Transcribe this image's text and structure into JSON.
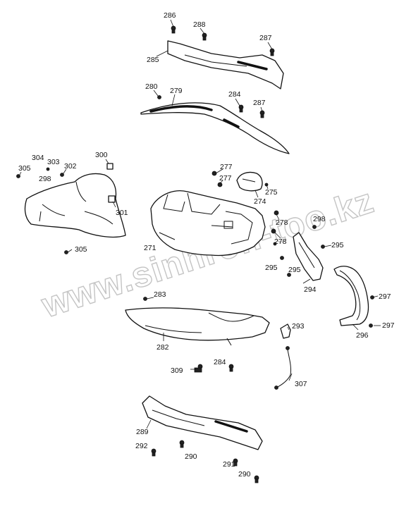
{
  "watermark": {
    "text": "www.sinhron-too.kz"
  },
  "callouts": [
    {
      "id": "c-286",
      "label": "286"
    },
    {
      "id": "c-288",
      "label": "288"
    },
    {
      "id": "c-287a",
      "label": "287"
    },
    {
      "id": "c-285",
      "label": "285"
    },
    {
      "id": "c-280",
      "label": "280"
    },
    {
      "id": "c-279",
      "label": "279"
    },
    {
      "id": "c-284a",
      "label": "284"
    },
    {
      "id": "c-287b",
      "label": "287"
    },
    {
      "id": "c-304",
      "label": "304"
    },
    {
      "id": "c-303",
      "label": "303"
    },
    {
      "id": "c-300",
      "label": "300"
    },
    {
      "id": "c-305a",
      "label": "305"
    },
    {
      "id": "c-302",
      "label": "302"
    },
    {
      "id": "c-298a",
      "label": "298"
    },
    {
      "id": "c-301",
      "label": "301"
    },
    {
      "id": "c-305b",
      "label": "305"
    },
    {
      "id": "c-277a",
      "label": "277"
    },
    {
      "id": "c-277b",
      "label": "277"
    },
    {
      "id": "c-275",
      "label": "275"
    },
    {
      "id": "c-274",
      "label": "274"
    },
    {
      "id": "c-278a",
      "label": "278"
    },
    {
      "id": "c-298b",
      "label": "298"
    },
    {
      "id": "c-278b",
      "label": "278"
    },
    {
      "id": "c-295a",
      "label": "295"
    },
    {
      "id": "c-271",
      "label": "271"
    },
    {
      "id": "c-295b",
      "label": "295"
    },
    {
      "id": "c-295c",
      "label": "295"
    },
    {
      "id": "c-294",
      "label": "294"
    },
    {
      "id": "c-297a",
      "label": "297"
    },
    {
      "id": "c-283",
      "label": "283"
    },
    {
      "id": "c-293",
      "label": "293"
    },
    {
      "id": "c-297b",
      "label": "297"
    },
    {
      "id": "c-296",
      "label": "296"
    },
    {
      "id": "c-282",
      "label": "282"
    },
    {
      "id": "c-284b",
      "label": "284"
    },
    {
      "id": "c-309",
      "label": "309"
    },
    {
      "id": "c-307",
      "label": "307"
    },
    {
      "id": "c-289",
      "label": "289"
    },
    {
      "id": "c-292",
      "label": "292"
    },
    {
      "id": "c-290a",
      "label": "290"
    },
    {
      "id": "c-291",
      "label": "291"
    },
    {
      "id": "c-290b",
      "label": "290"
    }
  ]
}
